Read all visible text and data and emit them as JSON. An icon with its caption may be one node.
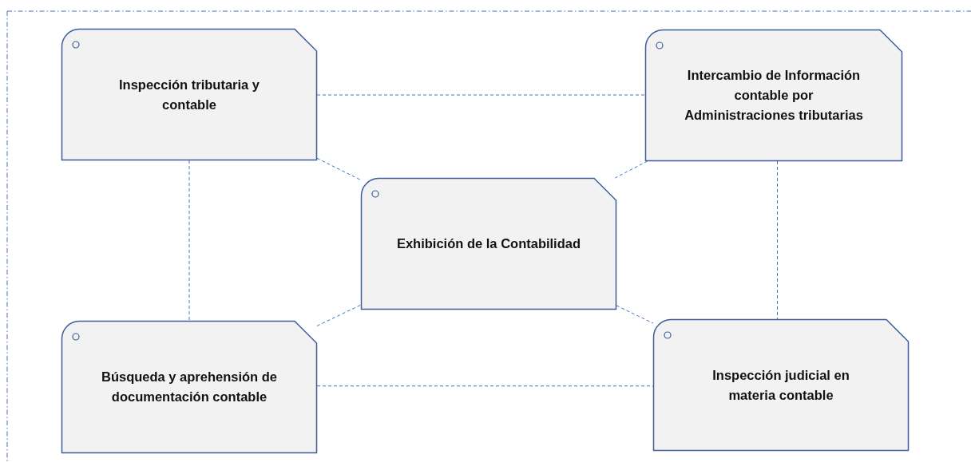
{
  "diagram": {
    "nodes": [
      {
        "text": [
          "Inspección tributaria y contable"
        ]
      },
      {
        "text": [
          "Intercambio de Información contable por Administraciones tributarias"
        ]
      },
      {
        "text": [
          "Exhibición de la Contabilidad"
        ]
      },
      {
        "text": [
          "Búsqueda y aprehensión de documentación contable"
        ]
      },
      {
        "text": [
          "Inspección judicial en materia contable"
        ]
      }
    ],
    "edges": [
      {
        "from": 0,
        "to": 1,
        "arrow": "none",
        "style": "dashed"
      },
      {
        "from": 0,
        "to": 2,
        "arrow": "none",
        "style": "dashed"
      },
      {
        "from": 1,
        "to": 2,
        "arrow": "none",
        "style": "dashed"
      },
      {
        "from": 0,
        "to": 3,
        "arrow": "none",
        "style": "dashed"
      },
      {
        "from": 1,
        "to": 4,
        "arrow": "none",
        "style": "dashed"
      },
      {
        "from": 3,
        "to": 2,
        "arrow": "none",
        "style": "dashed"
      },
      {
        "from": 2,
        "to": 4,
        "arrow": "none",
        "style": "dashed"
      },
      {
        "from": 3,
        "to": 4,
        "arrow": "none",
        "style": "dashed"
      }
    ]
  }
}
